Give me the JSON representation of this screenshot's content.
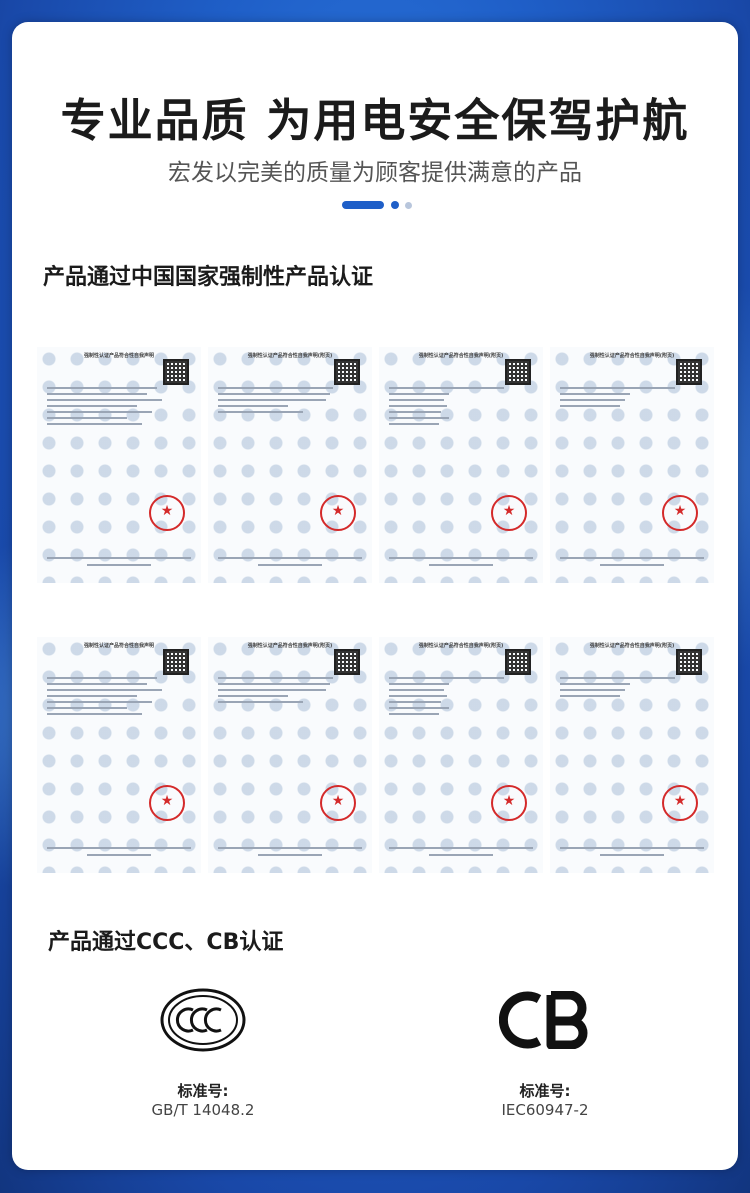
{
  "header": {
    "title": "专业品质 为用电安全保驾护航",
    "subtitle": "宏发以完美的质量为顾客提供满意的产品"
  },
  "section_ccc_certificates": {
    "title": "产品通过中国国家强制性产品认证",
    "certificates": [
      {
        "heading": "强制性认证产品符合性自我声明"
      },
      {
        "heading": "强制性认证产品符合性自我声明(附页)"
      },
      {
        "heading": "强制性认证产品符合性自我声明(附页)"
      },
      {
        "heading": "强制性认证产品符合性自我声明(附页)"
      },
      {
        "heading": "强制性认证产品符合性自我声明"
      },
      {
        "heading": "强制性认证产品符合性自我声明(附页)"
      },
      {
        "heading": "强制性认证产品符合性自我声明(附页)"
      },
      {
        "heading": "强制性认证产品符合性自我声明(附页)"
      }
    ]
  },
  "section_marks": {
    "title": "产品通过CCC、CB认证",
    "marks": [
      {
        "logo_text": "CCC",
        "label": "标准号:",
        "value": "GB/T 14048.2"
      },
      {
        "logo_text": "CB",
        "label": "标准号:",
        "value": "IEC60947-2"
      }
    ]
  },
  "colors": {
    "background": "#1f5fc8",
    "accent": "#1f5fc8",
    "seal": "#d42a2a"
  }
}
